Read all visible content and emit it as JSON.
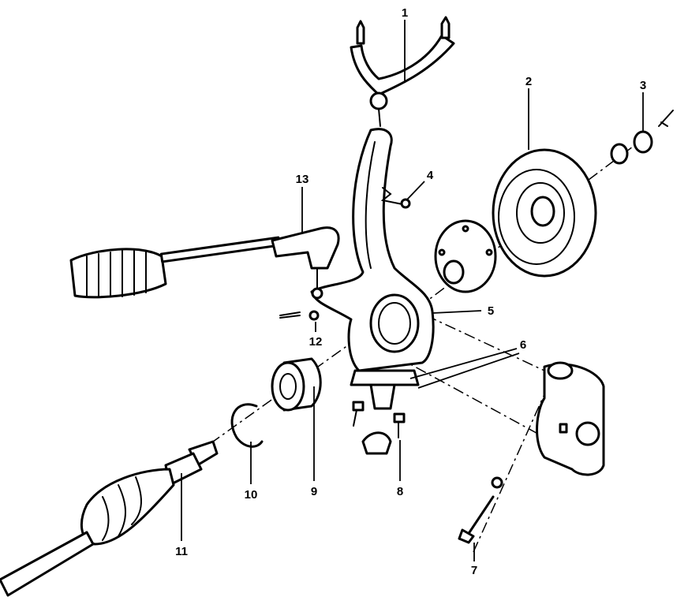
{
  "diagram": {
    "type": "exploded-view",
    "callouts": [
      "1",
      "2",
      "3",
      "4",
      "5",
      "6",
      "7",
      "8",
      "9",
      "10",
      "11",
      "12",
      "13"
    ]
  }
}
